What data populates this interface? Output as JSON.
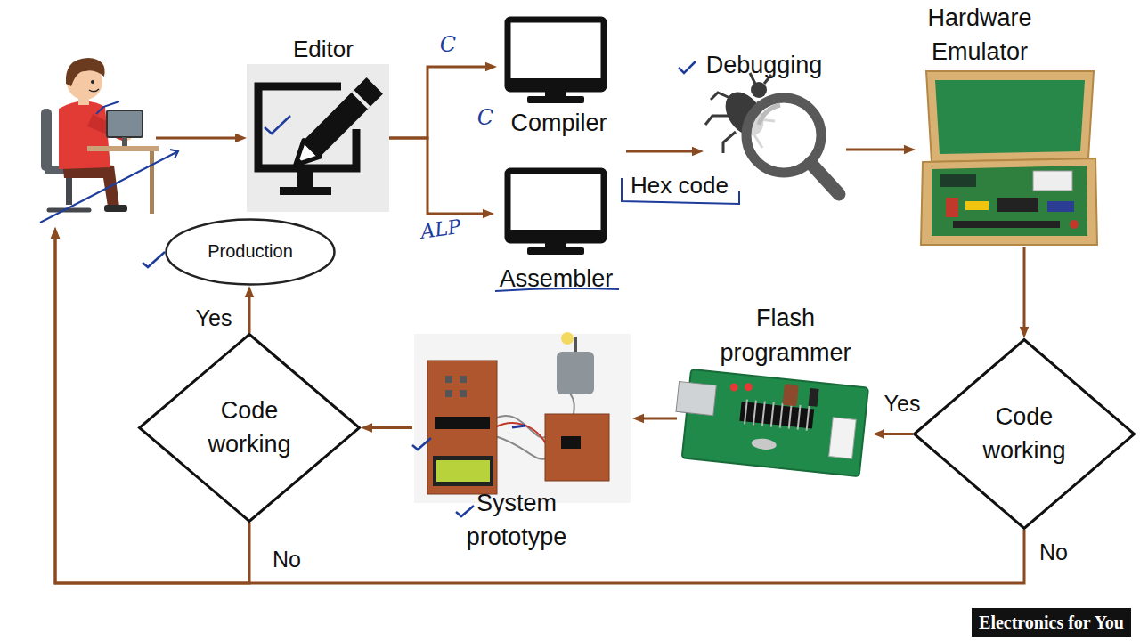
{
  "diagram": {
    "nodes": [
      {
        "text": []
      },
      {
        "text": [
          "Editor"
        ]
      },
      {
        "text": [
          "Compiler"
        ]
      },
      {
        "text": [
          "Assembler"
        ]
      },
      {
        "text": [
          "Debugging"
        ]
      },
      {
        "text": [
          "Hardware Emulator"
        ]
      },
      {
        "text": [
          "Code working"
        ]
      },
      {
        "text": [
          "Flash programmer"
        ]
      },
      {
        "text": [
          "System prototype"
        ]
      },
      {
        "text": [
          "Code working"
        ]
      },
      {
        "text": [
          "Production"
        ]
      }
    ],
    "edges": [
      {
        "from": 0,
        "to": 1,
        "arrow": "to"
      },
      {
        "from": 1,
        "to": 2,
        "label": "C",
        "arrow": "to"
      },
      {
        "from": 1,
        "to": 3,
        "label": "ALP",
        "arrow": "to"
      },
      {
        "from": 2,
        "to": 4,
        "label": "Hex code",
        "arrow": "to"
      },
      {
        "from": 4,
        "to": 5,
        "arrow": "to"
      },
      {
        "from": 5,
        "to": 6,
        "arrow": "to"
      },
      {
        "from": 6,
        "to": 7,
        "label": "Yes",
        "arrow": "to"
      },
      {
        "from": 7,
        "to": 8,
        "arrow": "to"
      },
      {
        "from": 8,
        "to": 9,
        "arrow": "to"
      },
      {
        "from": 9,
        "to": 10,
        "label": "Yes",
        "arrow": "to"
      },
      {
        "from": 9,
        "to": 0,
        "label": "No",
        "arrow": "to"
      },
      {
        "from": 6,
        "to": 0,
        "label": "No",
        "arrow": "to"
      }
    ],
    "labels": [
      "C",
      "Electronics for You"
    ]
  }
}
